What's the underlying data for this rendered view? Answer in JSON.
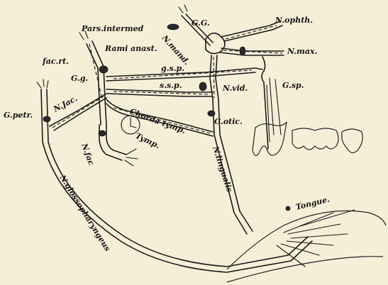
{
  "labels": {
    "g_g": "G.G.",
    "n_ophth": "N.ophth.",
    "pars_intermed": "Pars.intermed",
    "n_mand": "N.mand.",
    "n_max": "N.max.",
    "fac_rt": "fac.rt.",
    "rami_anast": "Rami anast.",
    "g_g_small": "G.g.",
    "g_s_p": "g.s.p.",
    "s_s_p": "s.s.p.",
    "n_vid": "N.vid.",
    "g_sp": "G.sp.",
    "g_petr": "G.petr.",
    "n_jac": "N.Jac.",
    "chorda_tymp": "Chorda tymp.",
    "g_otic": "G.otic.",
    "tymp": "Tymp.",
    "n_fac": "N.fac",
    "n_lingualis": "N.lingualis",
    "n_glossopharyngeus": "N.glossopharyngeus",
    "tongue": "Tongue."
  }
}
